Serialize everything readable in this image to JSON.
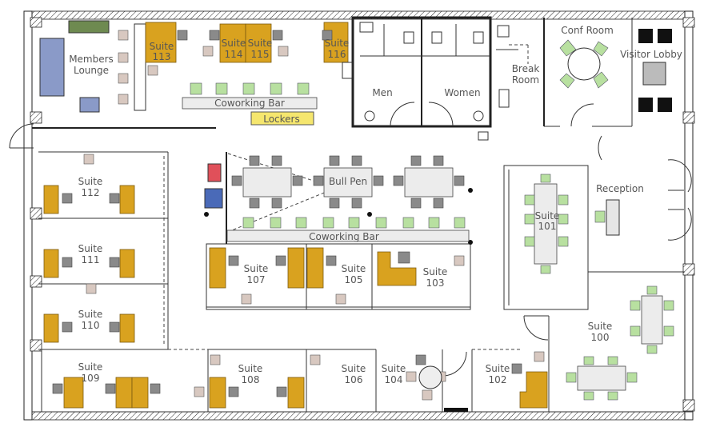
{
  "labels": {
    "members_lounge_1": "Members",
    "members_lounge_2": "Lounge",
    "suite_word": "Suite",
    "s113": "113",
    "s114": "114",
    "s115": "115",
    "s116": "116",
    "s112": "112",
    "s111": "111",
    "s110": "110",
    "s109": "109",
    "s108": "108",
    "s107": "107",
    "s106": "106",
    "s105": "105",
    "s104": "104",
    "s103": "103",
    "s102": "102",
    "s101": "101",
    "s100": "100",
    "coworking_bar_top": "Coworking Bar",
    "coworking_bar_mid": "Coworking Bar",
    "lockers": "Lockers",
    "men": "Men",
    "women": "Women",
    "break_1": "Break",
    "break_2": "Room",
    "conf_room": "Conf Room",
    "visitor_lobby": "Visitor Lobby",
    "bull_pen": "Bull Pen",
    "reception": "Reception"
  },
  "colors": {
    "desk": "#d9a21f",
    "chair_grey": "#8a8a8a",
    "chair_pink": "#d8c8c0",
    "chair_green": "#b8e0a0",
    "lounge_blue": "#8a9ac8",
    "lockers": "#f5e66e",
    "red_box": "#e0505a",
    "blue_box": "#4a6ab8",
    "green_rug": "#6e8a50"
  }
}
